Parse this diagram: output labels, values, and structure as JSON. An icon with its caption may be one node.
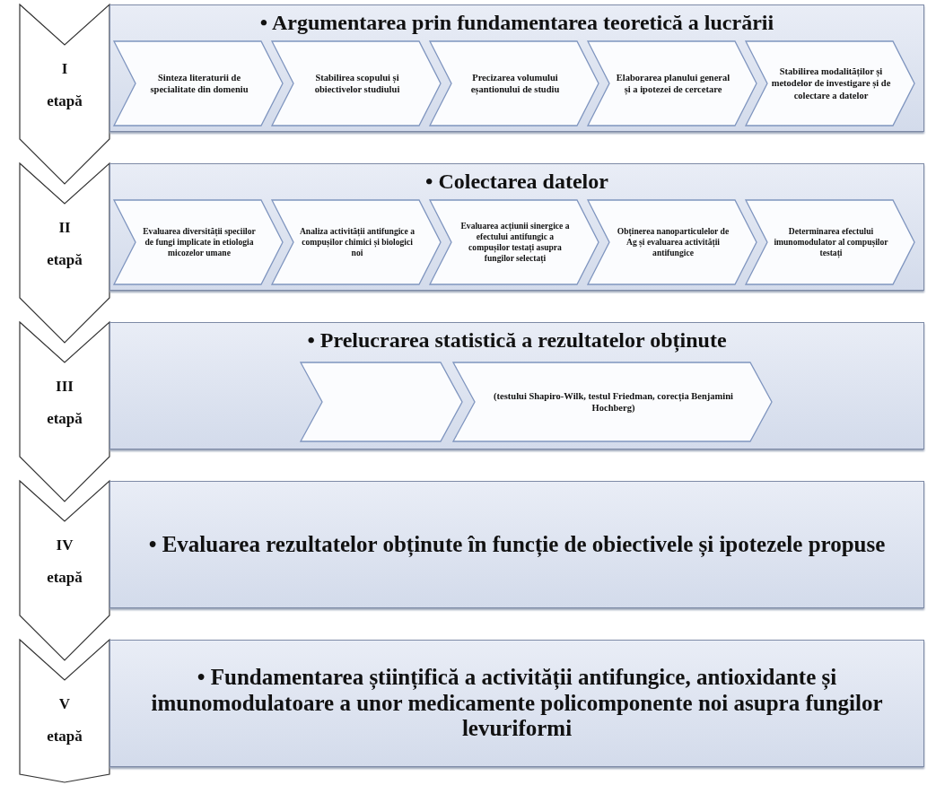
{
  "diagram": {
    "nodes": [
      {
        "text": [
          "I",
          "etapă"
        ]
      },
      {
        "text": [
          "• Argumentarea prin fundamentarea teoretică a lucrării"
        ]
      },
      {
        "text": [
          "Sinteza literaturii de specialitate din domeniu"
        ],
        "in": 1
      },
      {
        "text": [
          "Stabilirea scopului și obiectivelor studiului"
        ],
        "in": 1
      },
      {
        "text": [
          "Precizarea volumului eșantionului de studiu"
        ],
        "in": 1
      },
      {
        "text": [
          "Elaborarea planului general și a ipotezei de cercetare"
        ],
        "in": 1
      },
      {
        "text": [
          "Stabilirea modalităților și metodelor de investigare și de colectare a datelor"
        ],
        "in": 1
      },
      {
        "text": [
          "II",
          "etapă"
        ]
      },
      {
        "text": [
          "• Colectarea datelor"
        ]
      },
      {
        "text": [
          "Evaluarea diversității speciilor de fungi implicate în etiologia micozelor umane"
        ],
        "in": 8
      },
      {
        "text": [
          "Analiza activității antifungice a compușilor chimici și biologici noi"
        ],
        "in": 8
      },
      {
        "text": [
          "Evaluarea acțiunii sinergice a efectului antifungic a compușilor testați asupra fungilor selectați"
        ],
        "in": 8
      },
      {
        "text": [
          "Obținerea nanoparticulelor de Ag și evaluarea activității antifungice"
        ],
        "in": 8
      },
      {
        "text": [
          "Determinarea efectului imunomodulator al compușilor testați"
        ],
        "in": 8
      },
      {
        "text": [
          "III",
          "etapă"
        ]
      },
      {
        "text": [
          "• Prelucrarea statistică a rezultatelor obținute"
        ]
      },
      {
        "text": [],
        "shape": "chevron",
        "in": 15
      },
      {
        "text": [
          "(testului Shapiro-Wilk, testul Friedman, corecția Benjamini Hochberg)"
        ],
        "in": 15
      },
      {
        "text": [
          "IV",
          "etapă"
        ]
      },
      {
        "text": [
          "• Evaluarea rezultatelor obținute în funcție de obiectivele și ipotezele propuse"
        ]
      },
      {
        "text": [
          "V",
          "etapă"
        ]
      },
      {
        "text": [
          "• Fundamentarea științifică a activității antifungice, antioxidante și imunomodulatoare a unor medicamente policomponente noi asupra fungilor levuriformi"
        ]
      }
    ]
  }
}
